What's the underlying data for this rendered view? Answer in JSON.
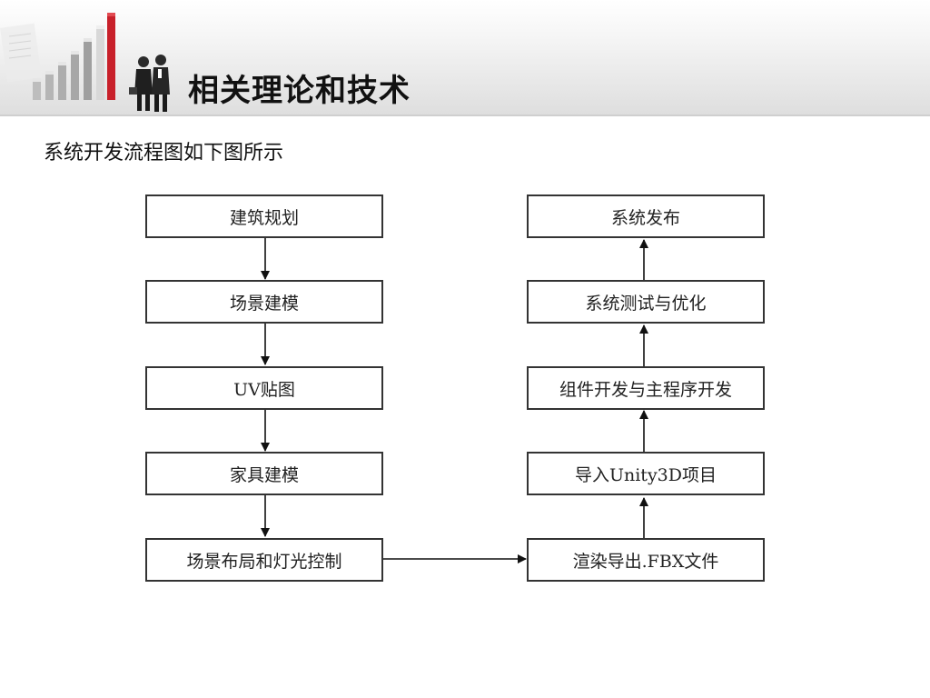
{
  "slide": {
    "title": "相关理论和技术",
    "subtitle": "系统开发流程图如下图所示"
  },
  "flowchart": {
    "left_column": [
      "建筑规划",
      "场景建模",
      "UV贴图",
      "家具建模",
      "场景布局和灯光控制"
    ],
    "right_column": [
      "系统发布",
      "系统测试与优化",
      "组件开发与主程序开发",
      "导入Unity3D项目",
      "渲染导出.FBX文件"
    ]
  },
  "colors": {
    "box_border": "#333333",
    "arrow": "#111111",
    "title": "#111111"
  }
}
